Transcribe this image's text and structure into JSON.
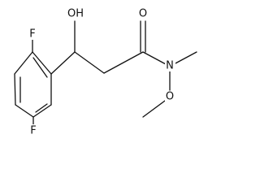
{
  "atoms": {
    "f_top": "F",
    "f_bottom": "F",
    "hydroxyl": "OH",
    "carbonyl_o": "O",
    "amide_n": "N",
    "methoxy_o": "O"
  }
}
